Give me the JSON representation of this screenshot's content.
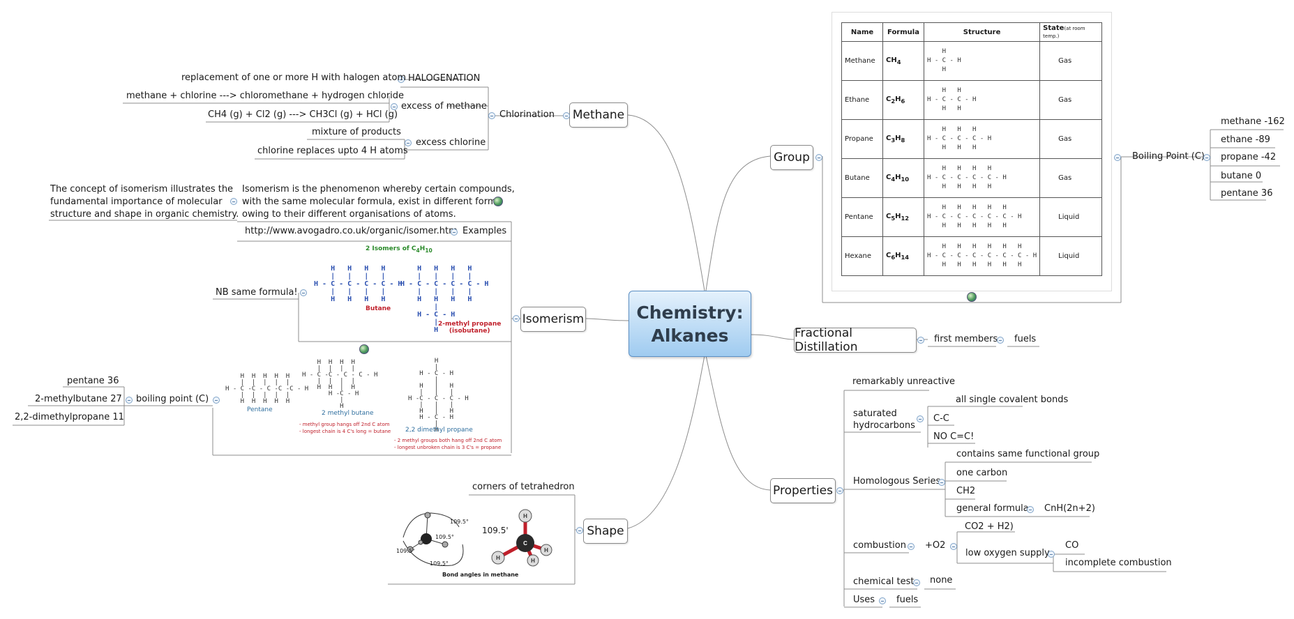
{
  "central": {
    "line1": "Chemistry:",
    "line2": "Alkanes"
  },
  "branches": {
    "methane": "Methane",
    "isomerism": "Isomerism",
    "shape": "Shape",
    "group": "Group",
    "fractional": "Fractional Distillation",
    "properties": "Properties"
  },
  "methane": {
    "chlorination": "Chlorination",
    "halogenation": "HALOGENATION",
    "halogenation_desc": "replacement of one or more H with halogen atom",
    "excess_methane": "excess of methane",
    "em1": "methane + chlorine ---> chloromethane + hydrogen chloride",
    "em2": "CH4 (g) + Cl2 (g) ---> CH3Cl (g) + HCl (g)",
    "excess_chlorine": "excess chlorine",
    "ec1": "mixture of products",
    "ec2": "chlorine replaces upto 4 H atoms"
  },
  "isomerism": {
    "concept": [
      "The concept of isomerism illustrates the",
      "fundamental importance of molecular",
      "structure and shape in organic chemistry."
    ],
    "definition": [
      "Isomerism is the phenomenon whereby certain compounds,",
      "with the same molecular formula, exist in different forms",
      "owing to their different organisations of atoms."
    ],
    "url": "http://www.avogadro.co.uk/organic/isomer.htm",
    "examples": "Examples",
    "nb": "NB same formula!",
    "boiling": "boiling point (C)",
    "bp": [
      "pentane 36",
      "2-methylbutane 27",
      "2,2-dimethylpropane 11"
    ],
    "img1_title": "2 Isomers of C",
    "img1_title_sub4": "4",
    "img1_title_h": "H",
    "img1_title_sub10": "10",
    "img1_butane": "Butane",
    "img1_iso": [
      "2-methyl propane",
      "(isobutane)"
    ],
    "img2_pentane": "Pentane",
    "img2_mb": "2 methyl butane",
    "img2_mb_notes": [
      "- methyl group hangs off 2nd C atom",
      "- longest chain is 4 C's long = butane"
    ],
    "img2_dmp": "2,2 dimethyl propane",
    "img2_dmp_notes": [
      "- 2 methyl groups both hang off 2nd C atom",
      "- longest unbroken chain is 3 C's = propane"
    ]
  },
  "shape": {
    "corners": "corners of tetrahedron",
    "angle": "109.5'",
    "caption": "Bond angles in methane",
    "small_angles": [
      "109.5°",
      "109.5°",
      "109.5°",
      "109.5°"
    ]
  },
  "group": {
    "table_headers": [
      "Name",
      "Formula",
      "Structure",
      "State"
    ],
    "state_note": "(at room temp.)",
    "rows": [
      {
        "name": "Methane",
        "c": "C",
        "cn": "",
        "h": "H",
        "hn": "4",
        "state": "Gas",
        "struct": "    H\nH - C - H\n    H"
      },
      {
        "name": "Ethane",
        "c": "C",
        "cn": "2",
        "h": "H",
        "hn": "6",
        "state": "Gas",
        "struct": "    H   H\nH - C - C - H\n    H   H"
      },
      {
        "name": "Propane",
        "c": "C",
        "cn": "3",
        "h": "H",
        "hn": "8",
        "state": "Gas",
        "struct": "    H   H   H\nH - C - C - C - H\n    H   H   H"
      },
      {
        "name": "Butane",
        "c": "C",
        "cn": "4",
        "h": "H",
        "hn": "10",
        "state": "Gas",
        "struct": "    H   H   H   H\nH - C - C - C - C - H\n    H   H   H   H"
      },
      {
        "name": "Pentane",
        "c": "C",
        "cn": "5",
        "h": "H",
        "hn": "12",
        "state": "Liquid",
        "struct": "    H   H   H   H   H\nH - C - C - C - C - C - H\n    H   H   H   H   H"
      },
      {
        "name": "Hexane",
        "c": "C",
        "cn": "6",
        "h": "H",
        "hn": "14",
        "state": "Liquid",
        "struct": "    H   H   H   H   H   H\nH - C - C - C - C - C - C - H\n    H   H   H   H   H   H"
      }
    ],
    "boiling": "Boiling Point (C)",
    "bp": [
      "methane -162",
      "ethane -89",
      "propane -42",
      "butane 0",
      "pentane 36"
    ]
  },
  "fractional": {
    "first": "first members",
    "fuels": "fuels"
  },
  "properties": {
    "unreactive": "remarkably unreactive",
    "saturated": [
      "saturated",
      "hydrocarbons"
    ],
    "sat_children": [
      "all single covalent bonds",
      "C-C",
      "NO C=C!"
    ],
    "homologous": "Homologous Series",
    "hom_children": [
      "contains same functional group",
      "one carbon",
      "CH2",
      "general formula"
    ],
    "general": "CnH(2n+2)",
    "combustion": "combustion",
    "o2": "+O2",
    "co2": "CO2 + H2)",
    "low_o2": "low oxygen supply",
    "co": "CO",
    "incomplete": "incomplete combustion",
    "chem_test": "chemical test",
    "none": "none",
    "uses": "Uses",
    "uses_fuels": "fuels"
  },
  "colors": {
    "line": "#8c8c8c",
    "accent": "#5b8fc4",
    "green": "#2a8a2a",
    "red": "#c0202b",
    "blue": "#2a4fb0"
  }
}
